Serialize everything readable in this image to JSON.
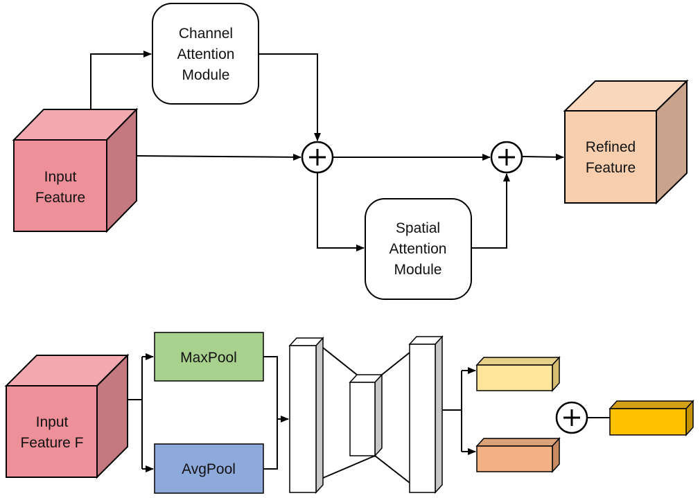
{
  "colors": {
    "input_front": "#ee9099",
    "input_top": "#f3a9af",
    "input_side": "#c4787f",
    "refined_front": "#f7cfae",
    "refined_top": "#fad7bd",
    "refined_side": "#c9a38b",
    "maxpool": "#a9d18e",
    "avgpool": "#8eaadb",
    "yellow_front": "#ffe599",
    "yellow_top": "#e6cf88",
    "yellow_side": "#d6be70",
    "orange_front": "#f4b183",
    "orange_top": "#d9a279",
    "orange_side": "#c98c62",
    "gold_front": "#ffc000",
    "gold_top": "#d4a017",
    "gold_side": "#c49200",
    "block_side": "#c8c8c8"
  },
  "top": {
    "input_feature": {
      "line1": "Input",
      "line2": "Feature"
    },
    "channel_attention": {
      "line1": "Channel",
      "line2": "Attention",
      "line3": "Module"
    },
    "spatial_attention": {
      "line1": "Spatial",
      "line2": "Attention",
      "line3": "Module"
    },
    "refined_feature": {
      "line1": "Refined",
      "line2": "Feature"
    }
  },
  "bottom": {
    "input_feature": {
      "line1": "Input",
      "line2": "Feature F"
    },
    "maxpool": "MaxPool",
    "avgpool": "AvgPool"
  }
}
